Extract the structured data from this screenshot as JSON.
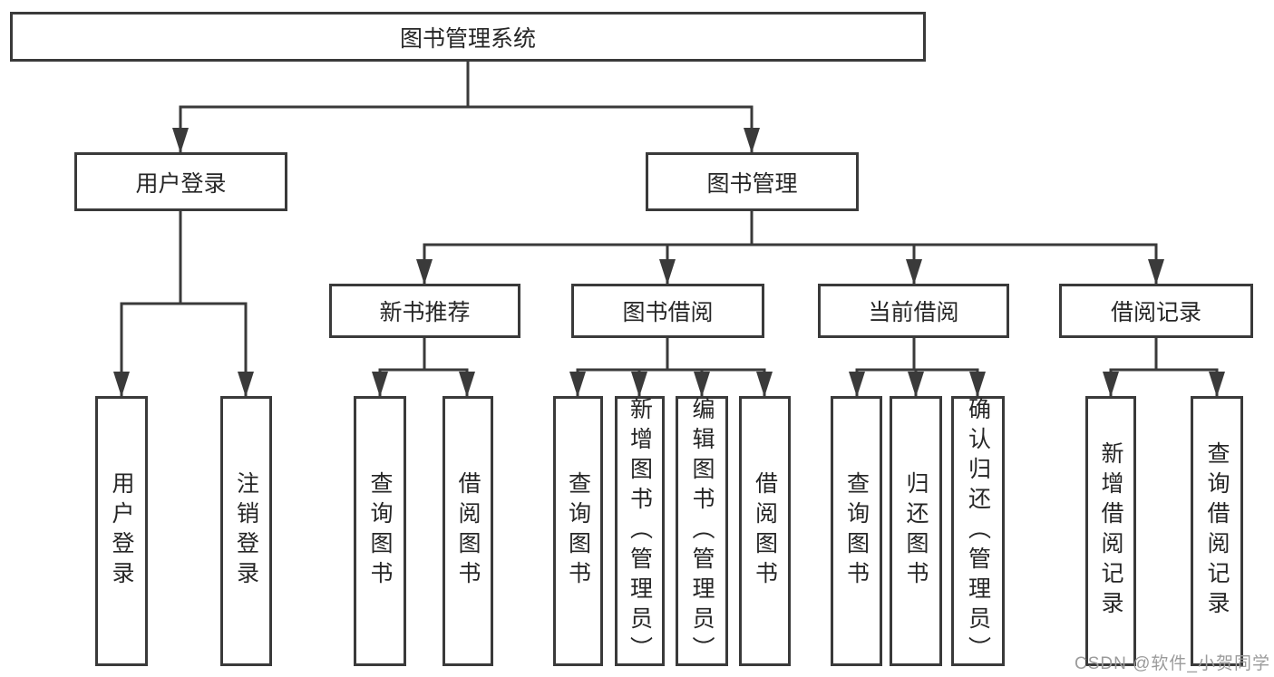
{
  "diagram": {
    "title": "图书管理系统",
    "level2": {
      "user_login": "用户登录",
      "book_management": "图书管理"
    },
    "level3": {
      "new_book_recommend": "新书推荐",
      "book_borrowing": "图书借阅",
      "current_borrowing": "当前借阅",
      "borrowing_records": "借阅记录"
    },
    "leaves": {
      "user_login": [
        "用户登录",
        "注销登录"
      ],
      "new_book_recommend": [
        "查询图书",
        "借阅图书"
      ],
      "book_borrowing": [
        "查询图书",
        "新增图书（管理员）",
        "编辑图书（管理员）",
        "借阅图书"
      ],
      "current_borrowing": [
        "查询图书",
        "归还图书",
        "确认归还（管理员）"
      ],
      "borrowing_records": [
        "新增借阅记录",
        "查询借阅记录"
      ]
    }
  },
  "watermark": "CSDN @软件_小贺同学",
  "colors": {
    "line": "#3a3a3a",
    "text": "#262626",
    "watermark": "#9b9b9b",
    "background": "#ffffff"
  }
}
